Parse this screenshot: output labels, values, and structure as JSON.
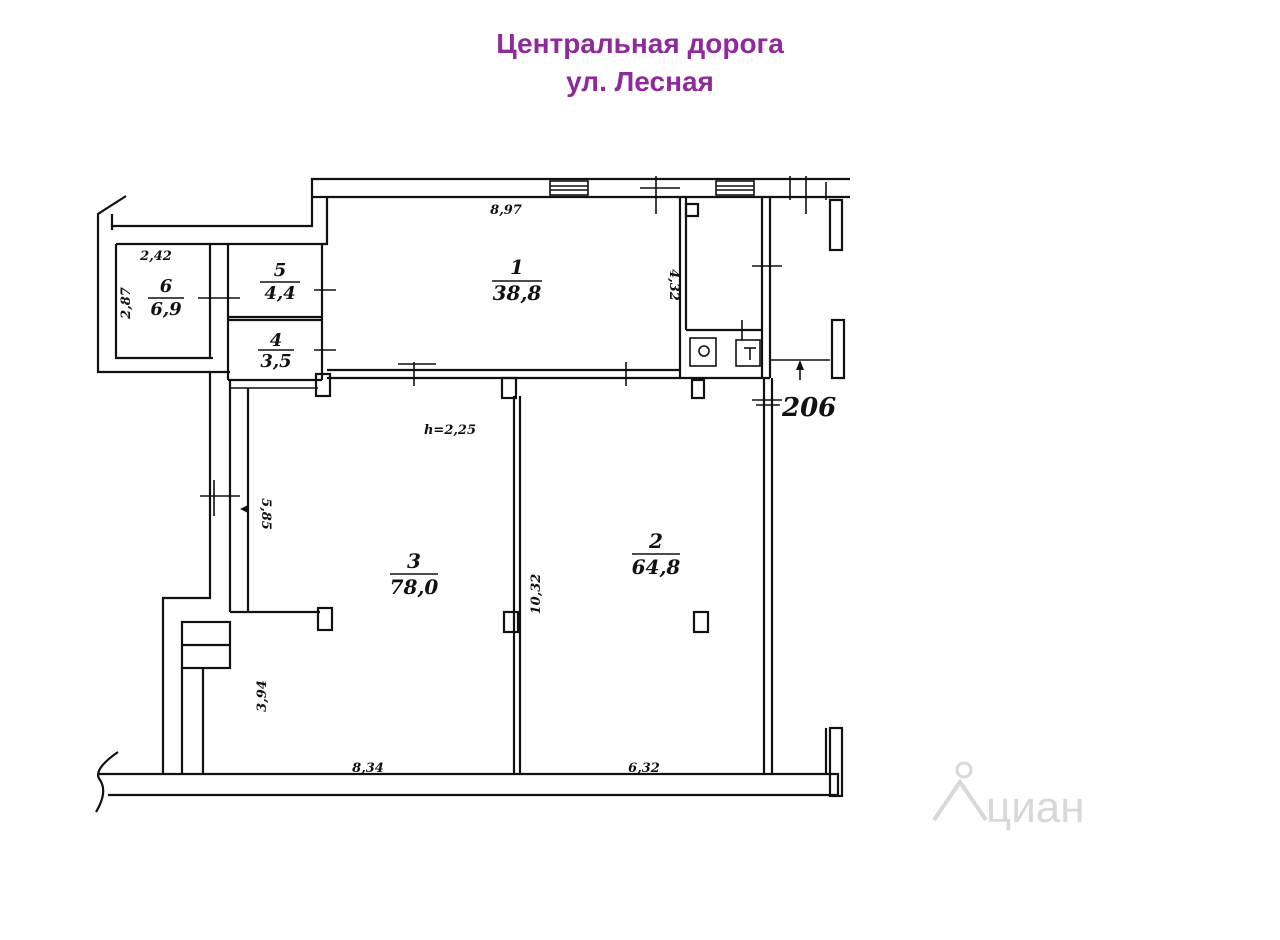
{
  "caption": {
    "line1": "Центральная дорога",
    "line2": "ул. Лесная"
  },
  "rooms": [
    {
      "number": "1",
      "area": "38,8"
    },
    {
      "number": "2",
      "area": "64,8"
    },
    {
      "number": "3",
      "area": "78,0"
    },
    {
      "number": "4",
      "area": "3,5"
    },
    {
      "number": "5",
      "area": "4,4"
    },
    {
      "number": "6",
      "area": "6,9"
    }
  ],
  "dimensions": {
    "room1_width": "8,97",
    "room1_depth": "4,32",
    "room6_width": "2,42",
    "room6_depth": "2,87",
    "room3_upper_side": "5,85",
    "room3_lower_side": "3,94",
    "partition_length": "10,32",
    "room3_bottom": "8,34",
    "room2_bottom": "6,32",
    "ceiling_height": "h=2,25",
    "entrance_mark": "206"
  },
  "watermark": "циан",
  "colors": {
    "caption": "#8e2a9a",
    "lines": "#111111",
    "watermark": "#d8d8d8"
  }
}
